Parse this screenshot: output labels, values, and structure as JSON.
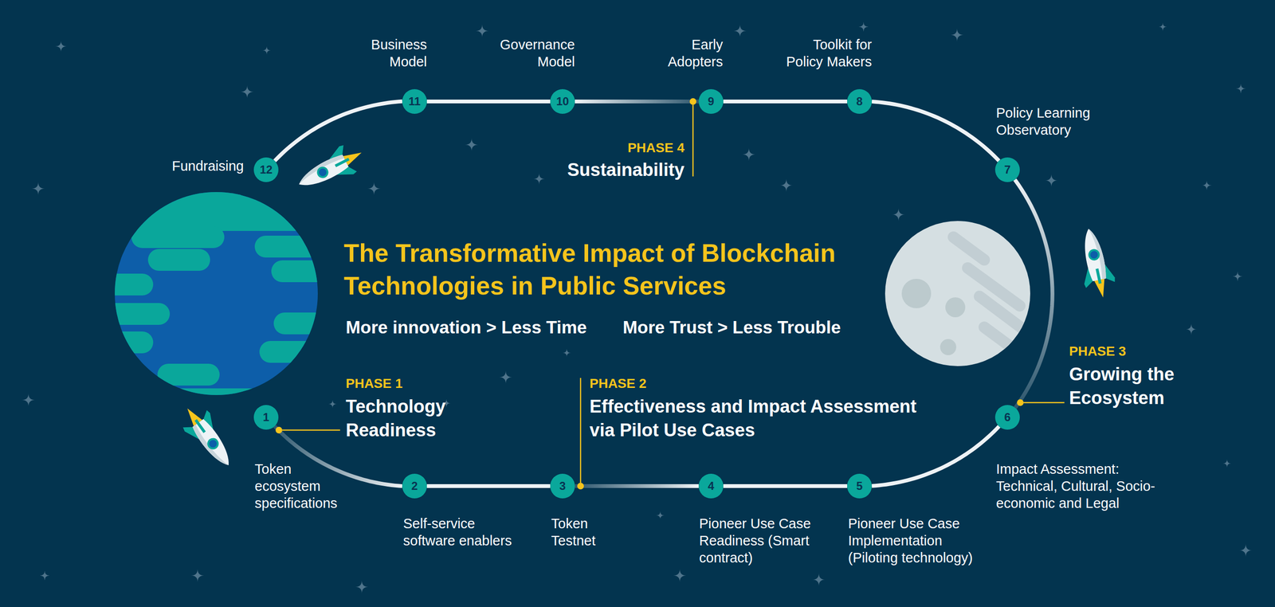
{
  "diagram": {
    "title": "The Transformative Impact of Blockchain Technologies in Public Services",
    "nodes": [
      {
        "text": [
          "1",
          "Token ecosystem specifications"
        ]
      },
      {
        "text": [
          "2",
          "Self-service software enablers"
        ]
      },
      {
        "text": [
          "3",
          "Token Testnet"
        ]
      },
      {
        "text": [
          "4",
          "Pioneer Use Case Readiness (Smart contract)"
        ]
      },
      {
        "text": [
          "5",
          "Pioneer Use Case Implementation (Piloting technology)"
        ]
      },
      {
        "text": [
          "6",
          "Impact Assessment: Technical, Cultural, Socio-economic and Legal"
        ]
      },
      {
        "text": [
          "7",
          "Policy Learning Observatory"
        ]
      },
      {
        "text": [
          "8",
          "Toolkit for Policy Makers"
        ]
      },
      {
        "text": [
          "9",
          "Early Adopters"
        ]
      },
      {
        "text": [
          "10",
          "Governance Model"
        ]
      },
      {
        "text": [
          "11",
          "Business Model"
        ]
      },
      {
        "text": [
          "12",
          "Fundraising"
        ]
      }
    ],
    "edges": [
      {
        "from": 0,
        "to": 1,
        "arrow": "none"
      },
      {
        "from": 1,
        "to": 2,
        "arrow": "none"
      },
      {
        "from": 2,
        "to": 3,
        "arrow": "none"
      },
      {
        "from": 3,
        "to": 4,
        "arrow": "none"
      },
      {
        "from": 4,
        "to": 5,
        "arrow": "none"
      },
      {
        "from": 5,
        "to": 6,
        "arrow": "none"
      },
      {
        "from": 6,
        "to": 7,
        "arrow": "none"
      },
      {
        "from": 7,
        "to": 8,
        "arrow": "none"
      },
      {
        "from": 8,
        "to": 9,
        "arrow": "none"
      },
      {
        "from": 9,
        "to": 10,
        "arrow": "none"
      },
      {
        "from": 10,
        "to": 11,
        "arrow": "none"
      }
    ],
    "labels": [
      "More innovation > Less Time",
      "More Trust > Less Trouble",
      "PHASE 1",
      "Technology Readiness",
      "PHASE 2",
      "Effectiveness and Impact Assessment via Pilot Use Cases",
      "PHASE 3",
      "Growing the Ecosystem",
      "PHASE 4",
      "Sustainability"
    ]
  }
}
